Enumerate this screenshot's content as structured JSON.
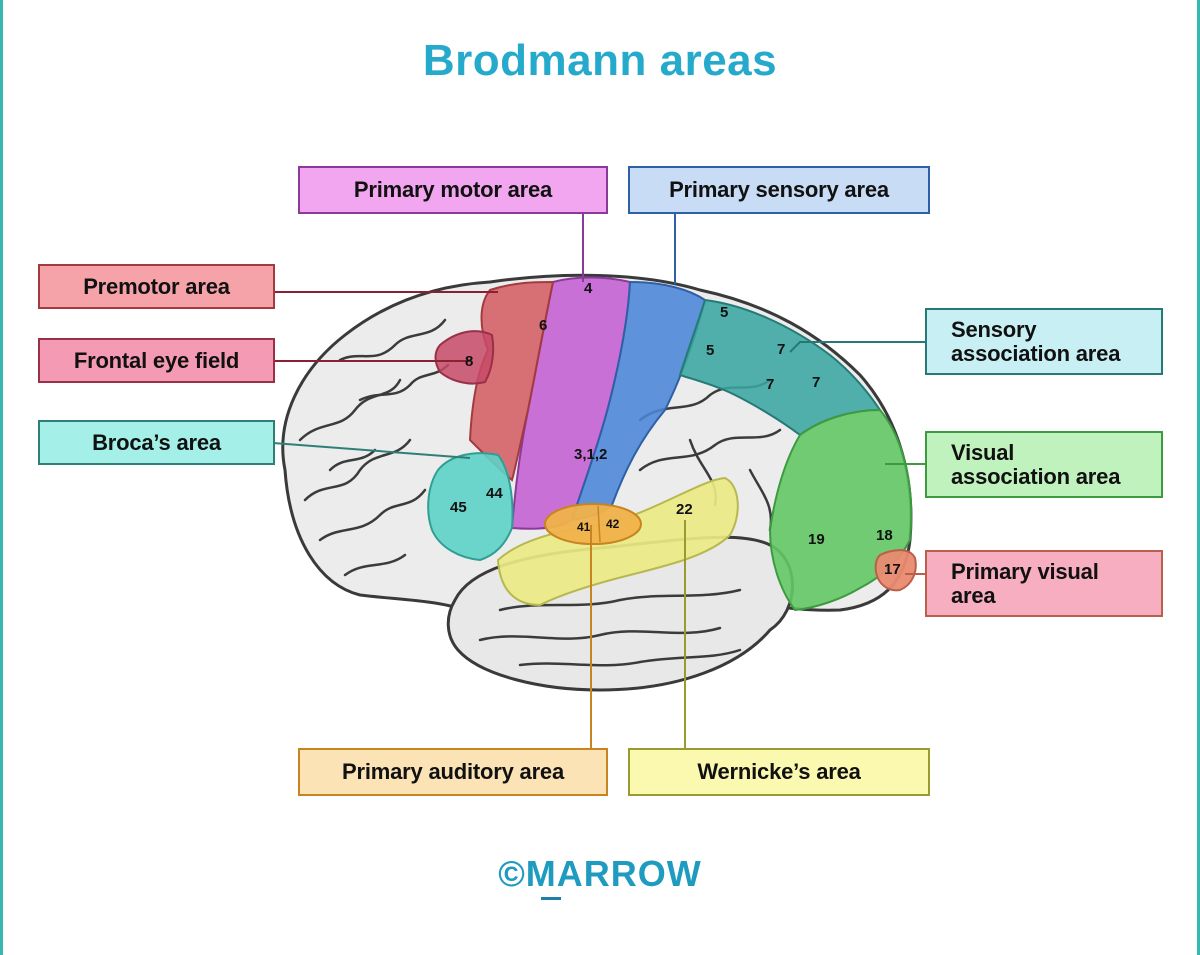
{
  "title": "Brodmann areas",
  "colors": {
    "title": "#25aacb",
    "primary_motor": "#c35ad2",
    "primary_sensory": "#4a86d8",
    "premotor": "#d45a60",
    "frontal_eye_field": "#c84a68",
    "broca": "#5ed3c8",
    "sensory_association": "#3aa6a0",
    "visual_association": "#64c865",
    "primary_visual": "#e88a70",
    "primary_auditory": "#f0b24a",
    "wernicke": "#eaea86"
  },
  "labels": {
    "primary_motor": "Primary motor area",
    "primary_sensory": "Primary sensory area",
    "premotor": "Premotor area",
    "frontal_eye_field": "Frontal eye field",
    "broca": "Broca’s area",
    "sensory_association": "Sensory\nassociation area",
    "visual_association": "Visual\nassociation area",
    "primary_visual": "Primary visual\narea",
    "primary_auditory": "Primary auditory area",
    "wernicke": "Wernicke’s area"
  },
  "area_numbers": {
    "a4": "4",
    "a6": "6",
    "a8": "8",
    "a5a": "5",
    "a5b": "5",
    "a7a": "7",
    "a7b": "7",
    "a7c": "7",
    "a312": "3,1,2",
    "a44": "44",
    "a45": "45",
    "a41": "41",
    "a42": "42",
    "a22": "22",
    "a19": "19",
    "a18": "18",
    "a17": "17"
  },
  "copyright": "©MARROW"
}
